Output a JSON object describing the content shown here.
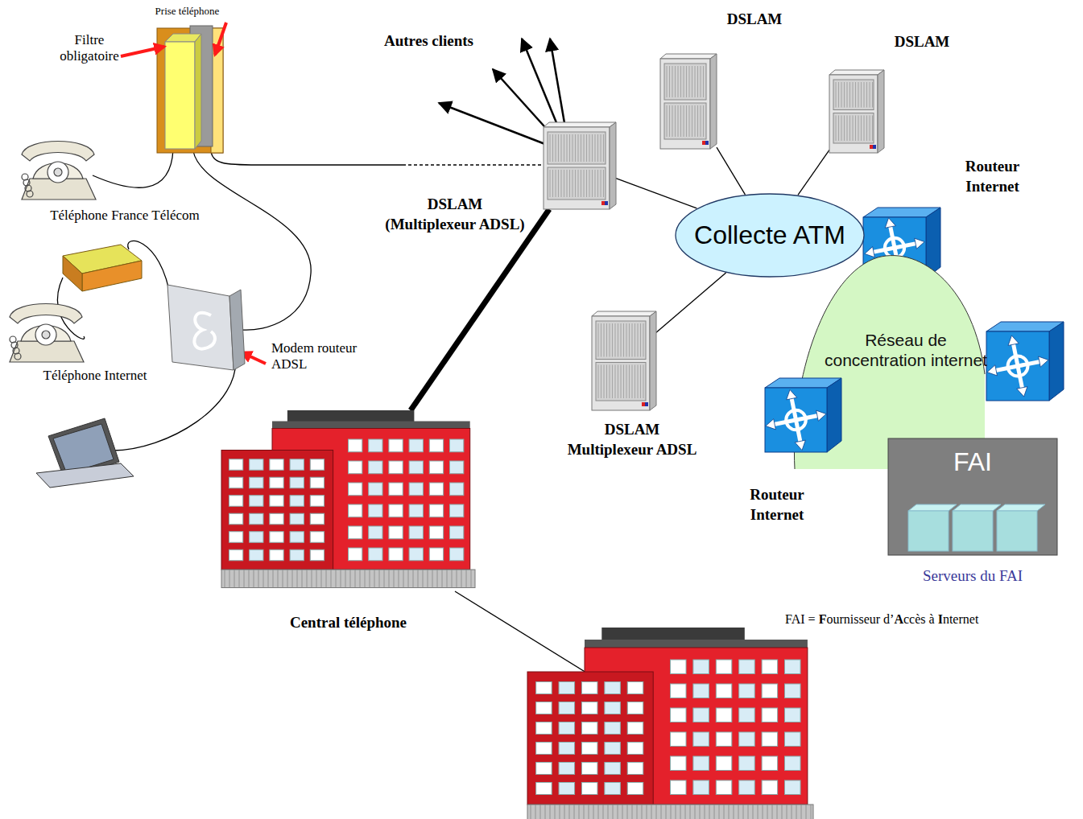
{
  "diagram": {
    "nodes": [
      {
        "text": [
          "DSLAM"
        ]
      },
      {
        "text": [
          "DSLAM"
        ]
      },
      {
        "text": [
          "Routeur Internet"
        ]
      },
      {
        "text": [
          "DSLAM (Multiplexeur ADSL)"
        ]
      },
      {
        "text": [
          "Collecte ATM"
        ]
      },
      {
        "text": [
          "Réseau de concentration internet"
        ]
      },
      {
        "text": [
          "DSLAM Multiplexeur ADSL"
        ]
      },
      {
        "text": [
          "Routeur Internet"
        ]
      },
      {
        "text": [
          "FAI",
          "Serveurs du FAI"
        ]
      },
      {
        "text": [
          "Central téléphone"
        ]
      }
    ],
    "edges": [
      {
        "from": 0,
        "to": 4,
        "arrow": "none"
      },
      {
        "from": 1,
        "to": 4,
        "arrow": "none"
      },
      {
        "from": 3,
        "to": 4,
        "arrow": "none"
      },
      {
        "from": 6,
        "to": 4,
        "arrow": "none"
      },
      {
        "from": 9,
        "to": 3,
        "arrow": "none"
      }
    ],
    "labels": [
      "Prise téléphone",
      "Filtre obligatoire",
      "Autres clients",
      "Téléphone France Télécom",
      "Modem routeur ADSL",
      "Téléphone Internet",
      "FAI = Fournisseur d’Accès à Internet"
    ]
  }
}
